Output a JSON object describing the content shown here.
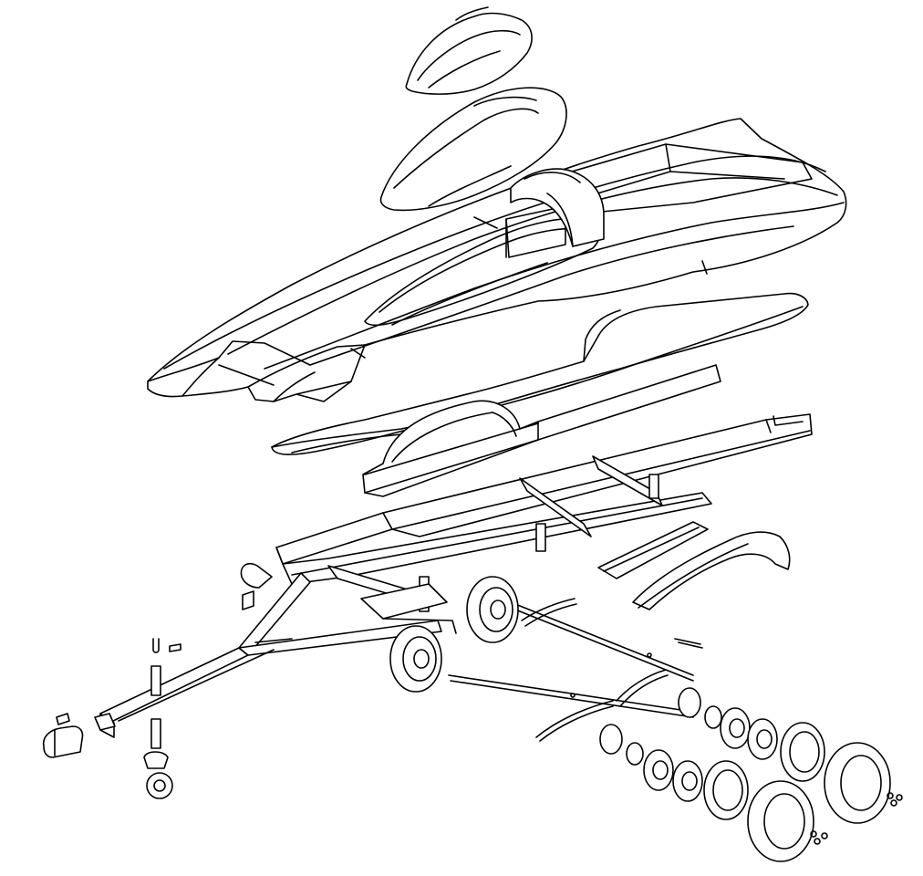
{
  "drawing": {
    "stroke_color": "#000000",
    "background_color": "#ffffff",
    "components": [
      "canopy-top",
      "canopy-middle",
      "catamaran-hull",
      "cockpit-canopy",
      "left-pontoon",
      "bunk-board",
      "trailer-frame",
      "tongue",
      "coupler",
      "jack",
      "jockey-wheel",
      "fenders",
      "axles",
      "leaf-springs",
      "hubs",
      "rims",
      "tires"
    ]
  }
}
